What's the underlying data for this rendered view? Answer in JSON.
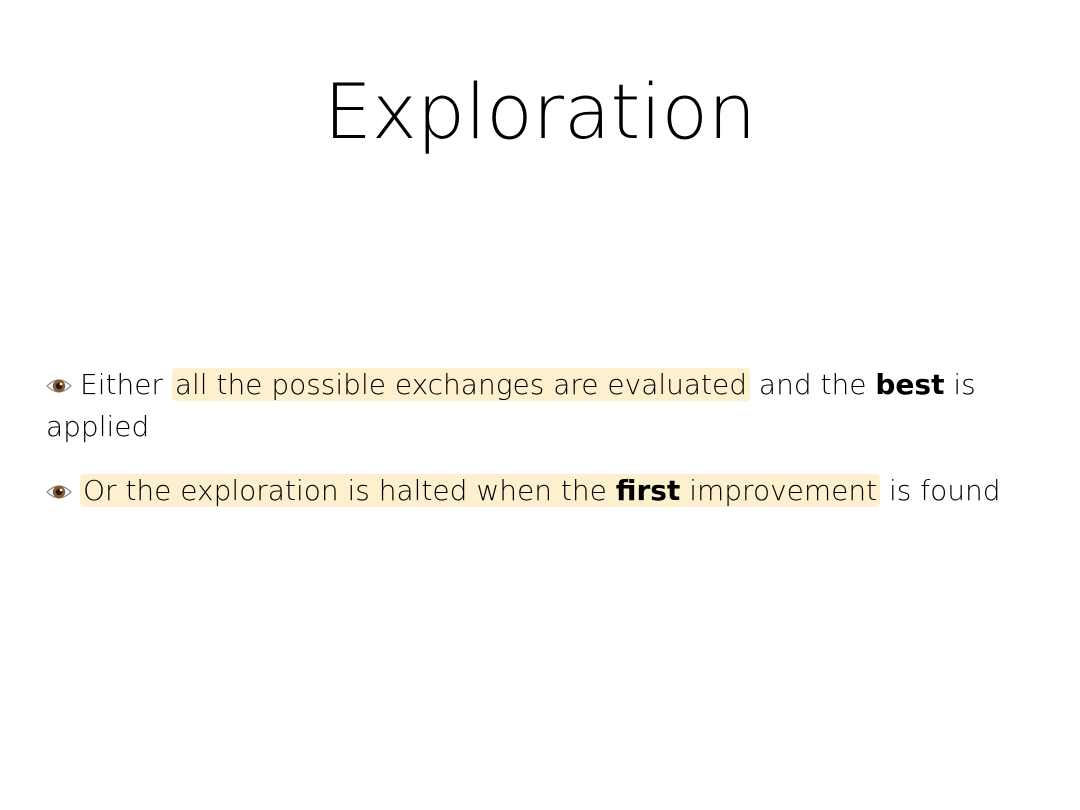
{
  "slide": {
    "title": "Exploration",
    "bullets": [
      {
        "icon": "eye-icon",
        "pre": "Either ",
        "highlight": "all the possible exchanges are evaluated",
        "mid": " and the ",
        "bold": "best",
        "post": " is applied"
      },
      {
        "icon": "eye-icon",
        "highlight_a": "Or the exploration is halted when the ",
        "bold": "first",
        "highlight_b": " improvement",
        "post": " is found"
      }
    ]
  },
  "colors": {
    "background": "#ffffff",
    "text": "#000000",
    "highlight": "#fdf0cf"
  }
}
